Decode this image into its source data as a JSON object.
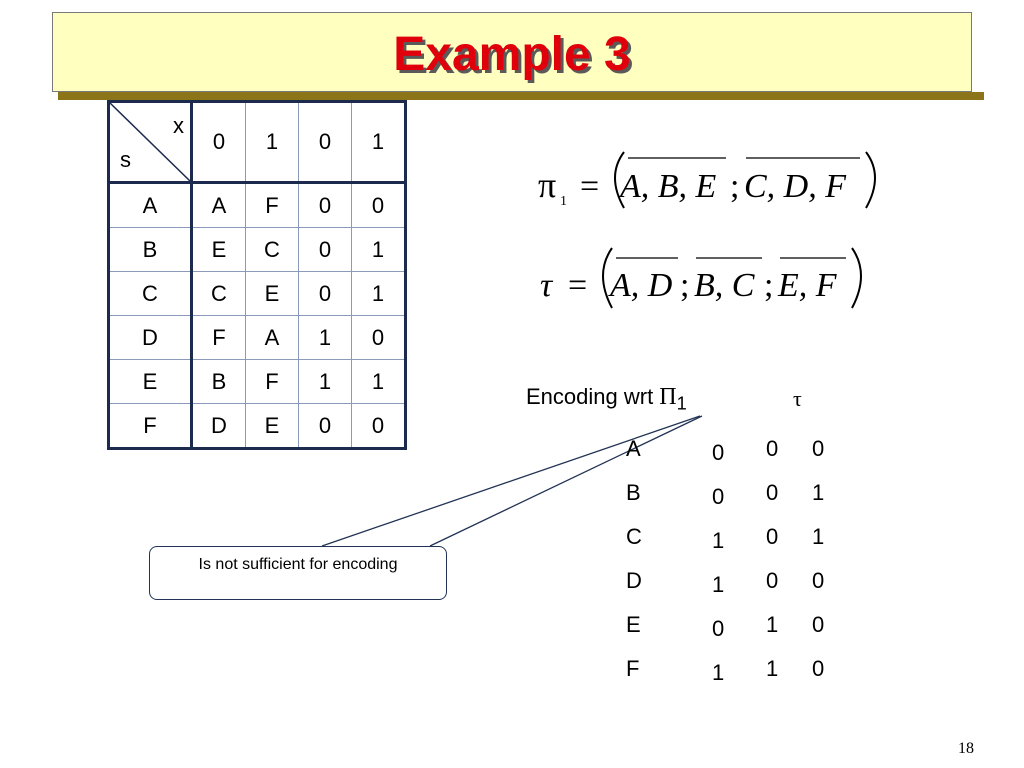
{
  "title": "Example 3",
  "state_table": {
    "corner_input_label": "x",
    "corner_state_label": "s",
    "header": [
      "0",
      "1",
      "0",
      "1"
    ],
    "rows": [
      {
        "state": "A",
        "cells": [
          "A",
          "F",
          "0",
          "0"
        ]
      },
      {
        "state": "B",
        "cells": [
          "E",
          "C",
          "0",
          "1"
        ]
      },
      {
        "state": "C",
        "cells": [
          "C",
          "E",
          "0",
          "1"
        ]
      },
      {
        "state": "D",
        "cells": [
          "F",
          "A",
          "1",
          "0"
        ]
      },
      {
        "state": "E",
        "cells": [
          "B",
          "F",
          "1",
          "1"
        ]
      },
      {
        "state": "F",
        "cells": [
          "D",
          "E",
          "0",
          "0"
        ]
      }
    ]
  },
  "equations": {
    "pi1": {
      "lhs": "π",
      "sub": "1",
      "eq": "=",
      "blocks": [
        "A, B, E",
        "C, D, F"
      ],
      "sep": ";"
    },
    "tau": {
      "lhs": "τ",
      "eq": "=",
      "blocks": [
        "A, D",
        "B, C",
        "E, F"
      ],
      "sep": ";"
    }
  },
  "encoding": {
    "label": "Encoding wrt ",
    "pi": "Π",
    "sub": "1",
    "tau_symbol": "τ",
    "rows": [
      {
        "state": "A",
        "bits": [
          "0",
          "0",
          "0"
        ]
      },
      {
        "state": "B",
        "bits": [
          "0",
          "0",
          "1"
        ]
      },
      {
        "state": "C",
        "bits": [
          "1",
          "0",
          "1"
        ]
      },
      {
        "state": "D",
        "bits": [
          "1",
          "0",
          "0"
        ]
      },
      {
        "state": "E",
        "bits": [
          "0",
          "1",
          "0"
        ]
      },
      {
        "state": "F",
        "bits": [
          "1",
          "1",
          "0"
        ]
      }
    ]
  },
  "callout": "Is not sufficient for encoding",
  "page_number": "18",
  "colors": {
    "title_text": "#e0000c",
    "title_bg": "#ffffc0",
    "table_border": "#1c2a4e"
  }
}
